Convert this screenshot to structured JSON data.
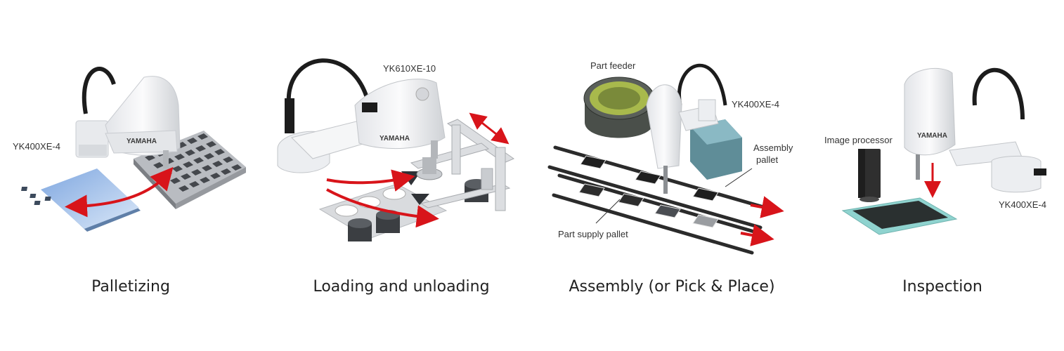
{
  "colors": {
    "robot_body": "#f2f3f5",
    "robot_shadow": "#c9ccd1",
    "cable": "#1c1c1c",
    "arrow": "#d8141a",
    "tray": "#8e9196",
    "pallet_blue": "#a9c6ea",
    "conveyor": "#2b2b2b",
    "feeder": "#4a4f4a",
    "feeder_ring": "#b6c94a",
    "camera": "#2f2f2f",
    "phone_frame": "#8fd3cf",
    "phone_screen": "#2a3030"
  },
  "brand": "YAMAHA",
  "panels": [
    {
      "id": "palletizing",
      "caption": "Palletizing",
      "callouts": [
        {
          "id": "model",
          "text": "YK400XE-4"
        }
      ]
    },
    {
      "id": "loading",
      "caption": "Loading and unloading",
      "callouts": [
        {
          "id": "model",
          "text": "YK610XE-10"
        }
      ]
    },
    {
      "id": "assembly",
      "caption": "Assembly (or Pick & Place)",
      "callouts": [
        {
          "id": "feeder",
          "text": "Part feeder"
        },
        {
          "id": "model",
          "text": "YK400XE-4"
        },
        {
          "id": "assembly_pallet_1",
          "text": "Assembly"
        },
        {
          "id": "assembly_pallet_2",
          "text": "pallet"
        },
        {
          "id": "supply",
          "text": "Part supply pallet"
        }
      ]
    },
    {
      "id": "inspection",
      "caption": "Inspection",
      "callouts": [
        {
          "id": "processor",
          "text": "Image processor"
        },
        {
          "id": "model",
          "text": "YK400XE-4"
        }
      ]
    }
  ]
}
